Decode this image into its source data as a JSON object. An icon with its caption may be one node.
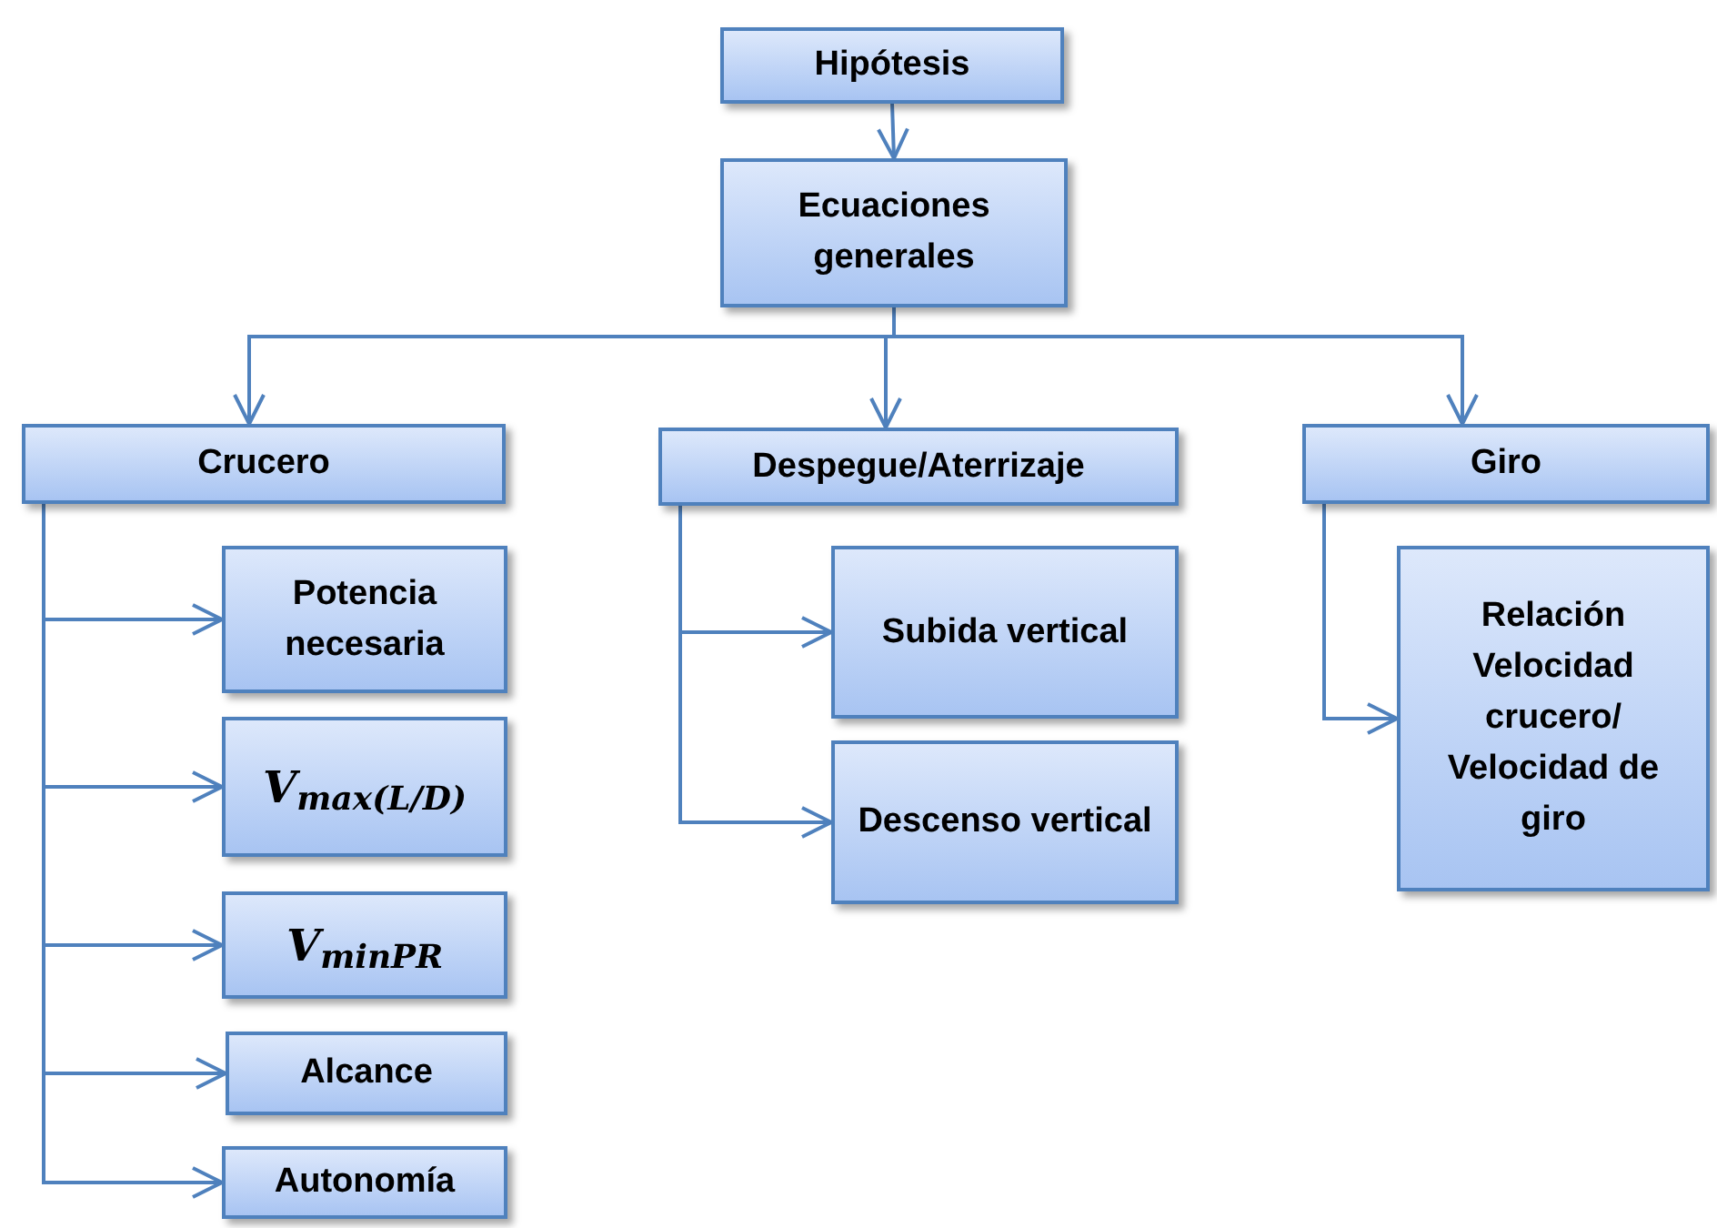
{
  "diagram": {
    "nodes": [
      {
        "text": [
          "Hipótesis"
        ]
      },
      {
        "text": [
          "Ecuaciones generales"
        ]
      },
      {
        "text": [
          "Crucero"
        ]
      },
      {
        "text": [
          "Despegue/Aterrizaje"
        ]
      },
      {
        "text": [
          "Giro"
        ]
      },
      {
        "text": [
          "Potencia necesaria"
        ]
      },
      {
        "text": [
          "V$_{max(L/D)}$"
        ]
      },
      {
        "text": [
          "V$_{minPR}$"
        ]
      },
      {
        "text": [
          "Alcance"
        ]
      },
      {
        "text": [
          "Autonomía"
        ]
      },
      {
        "text": [
          "Subida vertical"
        ]
      },
      {
        "text": [
          "Descenso vertical"
        ]
      },
      {
        "text": [
          "Relación Velocidad crucero/ Velocidad de giro"
        ]
      }
    ],
    "edges": [
      {
        "from": 0,
        "to": 1,
        "arrow": "to"
      },
      {
        "from": 1,
        "to": 2,
        "arrow": "to"
      },
      {
        "from": 1,
        "to": 3,
        "arrow": "to"
      },
      {
        "from": 1,
        "to": 4,
        "arrow": "to"
      },
      {
        "from": 2,
        "to": 5,
        "arrow": "to"
      },
      {
        "from": 2,
        "to": 6,
        "arrow": "to"
      },
      {
        "from": 2,
        "to": 7,
        "arrow": "to"
      },
      {
        "from": 2,
        "to": 8,
        "arrow": "to"
      },
      {
        "from": 2,
        "to": 9,
        "arrow": "to"
      },
      {
        "from": 3,
        "to": 10,
        "arrow": "to"
      },
      {
        "from": 3,
        "to": 11,
        "arrow": "to"
      },
      {
        "from": 4,
        "to": 12,
        "arrow": "to"
      }
    ]
  }
}
